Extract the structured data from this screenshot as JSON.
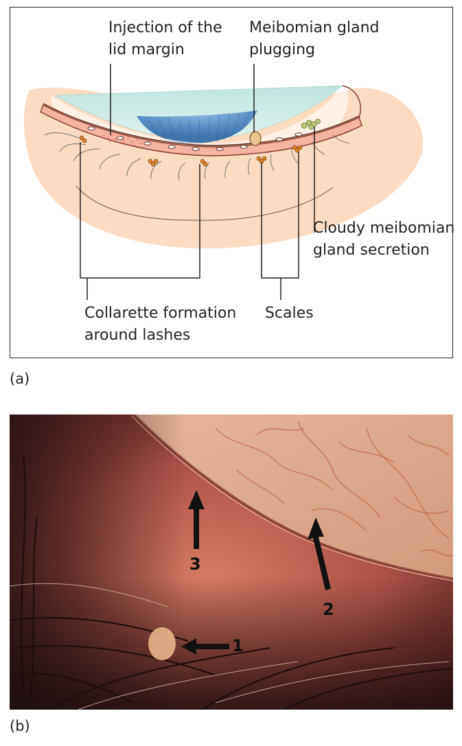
{
  "panel_a": {
    "letter": "(a)",
    "labels": {
      "injection": "Injection of the\nlid margin",
      "meibomian_plugging": "Meibomian gland\nplugging",
      "cloudy_secretion": "Cloudy meibomian\ngland secretion",
      "collarette": "Collarette formation\naround lashes",
      "scales": "Scales"
    },
    "colors": {
      "skin": "#fbdcc2",
      "lid_margin": "#f4b3a3",
      "conjunctiva": "#c6e7e3",
      "iris": "#5b8fc6",
      "scales": "#d9822b",
      "secretion": "#b7c776"
    }
  },
  "panel_b": {
    "letter": "(b)",
    "arrow_numbers": [
      "1",
      "2",
      "3"
    ]
  }
}
